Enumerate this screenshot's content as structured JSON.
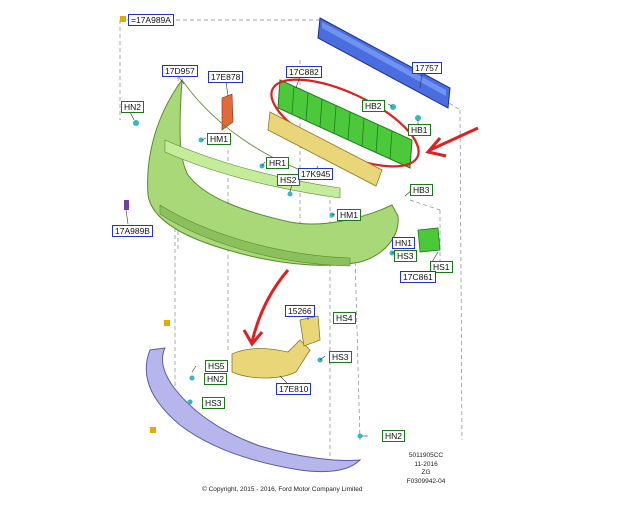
{
  "colors": {
    "bumper_cover": "#a8d878",
    "reinforcement": "#4a6ee0",
    "absorber": "#4cc93a",
    "bracket": "#e8d678",
    "lower_valance": "#b6b6ec",
    "annotation": "#e02020",
    "label_border_blue": "#2233cc",
    "label_border_green": "#1a7a1a",
    "clip": "#30b8c8"
  },
  "labels": [
    {
      "id": "17a989a",
      "text": "17A989A",
      "style": "blue",
      "prefix": "="
    },
    {
      "id": "17d957",
      "text": "17D957",
      "style": "blue"
    },
    {
      "id": "17e878",
      "text": "17E878",
      "style": "blue"
    },
    {
      "id": "17c882",
      "text": "17C882",
      "style": "blue"
    },
    {
      "id": "17757",
      "text": "17757",
      "style": "blue"
    },
    {
      "id": "hn2-top",
      "text": "HN2",
      "style": "green"
    },
    {
      "id": "hm1-top",
      "text": "HM1",
      "style": "green"
    },
    {
      "id": "hb2",
      "text": "HB2",
      "style": "green"
    },
    {
      "id": "hb1",
      "text": "HB1",
      "style": "green"
    },
    {
      "id": "hr1",
      "text": "HR1",
      "style": "green"
    },
    {
      "id": "hs2",
      "text": "HS2",
      "style": "green"
    },
    {
      "id": "17k945",
      "text": "17K945",
      "style": "blue"
    },
    {
      "id": "hb3",
      "text": "HB3",
      "style": "green"
    },
    {
      "id": "hm1-mid",
      "text": "HM1",
      "style": "green"
    },
    {
      "id": "17a989b",
      "text": "17A989B",
      "style": "blue"
    },
    {
      "id": "hn1",
      "text": "HN1",
      "style": "blue"
    },
    {
      "id": "hs3-right",
      "text": "HS3",
      "style": "green"
    },
    {
      "id": "hs1",
      "text": "HS1",
      "style": "green"
    },
    {
      "id": "17c861",
      "text": "17C861",
      "style": "blue"
    },
    {
      "id": "15266",
      "text": "15266",
      "style": "blue"
    },
    {
      "id": "hs4",
      "text": "HS4",
      "style": "green"
    },
    {
      "id": "hs5",
      "text": "HS5",
      "style": "green"
    },
    {
      "id": "hs3-mid",
      "text": "HS3",
      "style": "green"
    },
    {
      "id": "hn2-mid",
      "text": "HN2",
      "style": "green"
    },
    {
      "id": "hs3-low",
      "text": "HS3",
      "style": "green"
    },
    {
      "id": "17e810",
      "text": "17E810",
      "style": "blue"
    },
    {
      "id": "hn2-bottom",
      "text": "HN2",
      "style": "green"
    }
  ],
  "notes": {
    "drawing_codes": [
      "5011905CC",
      "11-2016",
      "ZG",
      "F0309942-04"
    ],
    "copyright": "© Copyright, 2015 - 2016, Ford Motor Company Limited"
  }
}
